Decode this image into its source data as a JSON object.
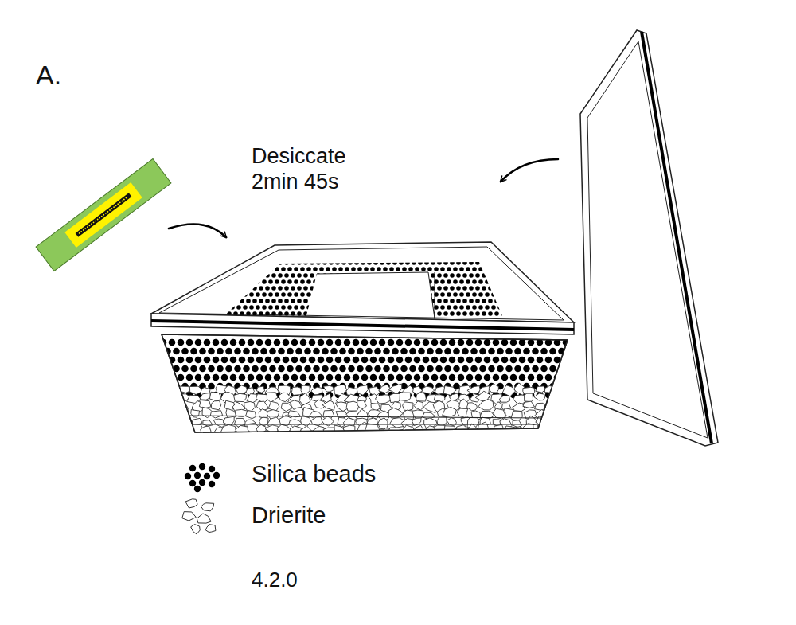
{
  "diagram": {
    "labels": [
      "A.",
      "Desiccate 2min 45s",
      "4.2.0"
    ],
    "legend": [
      {
        "text": "Silica beads"
      },
      {
        "text": "Drierite"
      }
    ]
  }
}
